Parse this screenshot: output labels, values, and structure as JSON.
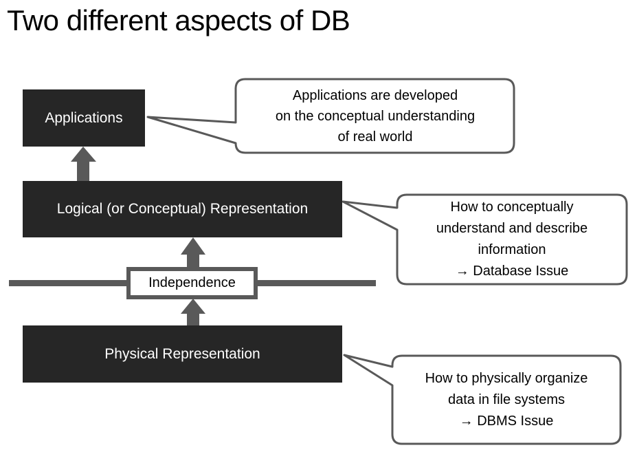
{
  "title": "Two different aspects of DB",
  "colors": {
    "background": "#ffffff",
    "box_fill": "#262626",
    "box_text": "#ffffff",
    "accent_gray": "#595959",
    "text": "#000000"
  },
  "boxes": {
    "applications": {
      "label": "Applications"
    },
    "logical": {
      "label": "Logical (or Conceptual) Representation"
    },
    "physical": {
      "label": "Physical Representation"
    },
    "independence": {
      "label": "Independence"
    }
  },
  "callouts": {
    "applications": {
      "lines": [
        "Applications are developed",
        "on the conceptual understanding",
        "of real world"
      ]
    },
    "logical": {
      "lines": [
        "How to conceptually",
        "understand and describe",
        "information",
        "→ Database Issue"
      ]
    },
    "physical": {
      "lines": [
        "How to physically organize",
        "data in file systems",
        "→ DBMS Issue"
      ]
    }
  }
}
